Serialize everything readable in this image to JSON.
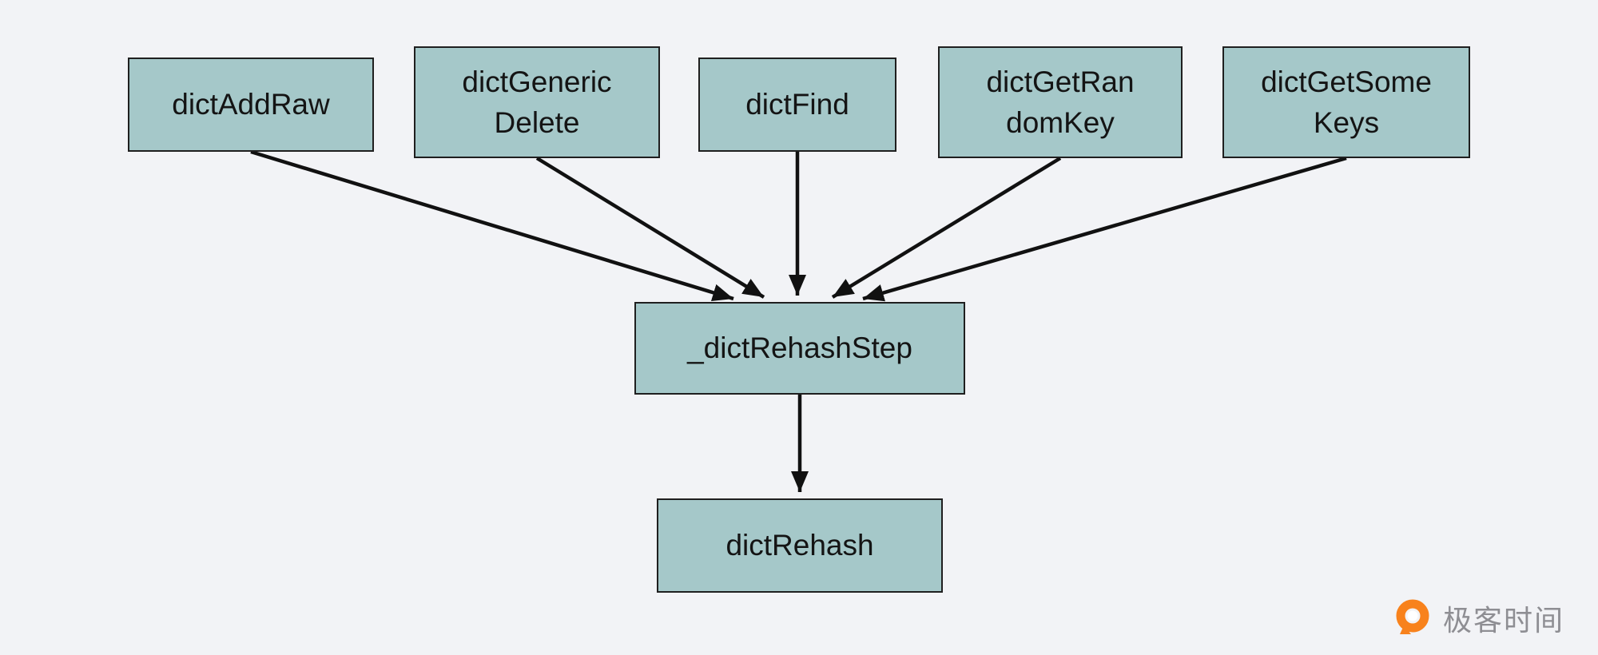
{
  "colors": {
    "background": "#f2f3f6",
    "node_fill": "#a5c8c9",
    "node_border": "#1f1f1f",
    "node_text": "#141414",
    "arrow": "#111111",
    "brand_orange": "#f8821c",
    "brand_text": "#8e8e93"
  },
  "nodes": {
    "dictAddRaw": {
      "line1": "dictAddRaw",
      "line2": ""
    },
    "dictGenericDelete": {
      "line1": "dictGeneric",
      "line2": "Delete"
    },
    "dictFind": {
      "line1": "dictFind",
      "line2": ""
    },
    "dictGetRandomKey": {
      "line1": "dictGetRan",
      "line2": "domKey"
    },
    "dictGetSomeKeys": {
      "line1": "dictGetSome",
      "line2": "Keys"
    },
    "dictRehashStep": {
      "line1": "_dictRehashStep",
      "line2": ""
    },
    "dictRehash": {
      "line1": "dictRehash",
      "line2": ""
    }
  },
  "edges": [
    {
      "from": "dictAddRaw",
      "to": "_dictRehashStep"
    },
    {
      "from": "dictGenericDelete",
      "to": "_dictRehashStep"
    },
    {
      "from": "dictFind",
      "to": "_dictRehashStep"
    },
    {
      "from": "dictGetRandomKey",
      "to": "_dictRehashStep"
    },
    {
      "from": "dictGetSomeKeys",
      "to": "_dictRehashStep"
    },
    {
      "from": "_dictRehashStep",
      "to": "dictRehash"
    }
  ],
  "watermark": {
    "brand": "极客时间"
  }
}
